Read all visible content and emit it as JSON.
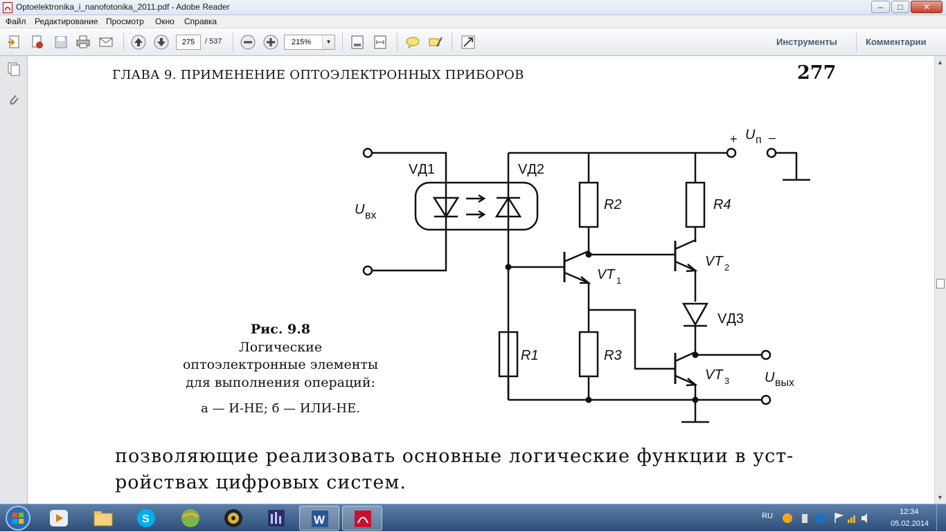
{
  "window": {
    "title": "Optoelektronika_i_nanofotonika_2011.pdf - Adobe Reader",
    "controls": {
      "minimize": "–",
      "maximize": "□",
      "close": "✕"
    }
  },
  "menu": {
    "items": [
      "Файл",
      "Редактирование",
      "Просмотр",
      "Окно",
      "Справка"
    ]
  },
  "toolbar": {
    "page_current": "275",
    "page_total": "/ 537",
    "zoom": "215%",
    "tools_label": "Инструменты",
    "comments_label": "Комментарии"
  },
  "document": {
    "running_head": "ГЛАВА 9. ПРИМЕНЕНИЕ ОПТОЭЛЕКТРОННЫХ ПРИБОРОВ",
    "page_number": "277",
    "figure": {
      "caption_title": "Рис. 9.8",
      "caption_line1": "Логические",
      "caption_line2": "оптоэлектронные элементы",
      "caption_line3": "для выполнения операций:",
      "caption_line4": "а — И-НЕ; б — ИЛИ-НЕ.",
      "labels": {
        "vd1": "VД1",
        "vd2": "VД2",
        "vd3": "VД3",
        "r1": "R1",
        "r2": "R2",
        "r3": "R3",
        "r4": "R4",
        "vt1": "VT",
        "vt1_sub": "1",
        "vt2": "VT",
        "vt2_sub": "2",
        "vt3": "VT",
        "vt3_sub": "3",
        "uin": "U",
        "uin_sub": "вх",
        "uout": "U",
        "uout_sub": "вых",
        "up": "U",
        "up_sub": "п",
        "plus": "+",
        "minus": "–"
      }
    },
    "body_line1": "позволяющие реализовать основные логические функции в уст-",
    "body_line2": "ройствах цифровых систем."
  },
  "taskbar": {
    "lang": "RU",
    "time": "12:34",
    "date": "05.02.2014"
  }
}
